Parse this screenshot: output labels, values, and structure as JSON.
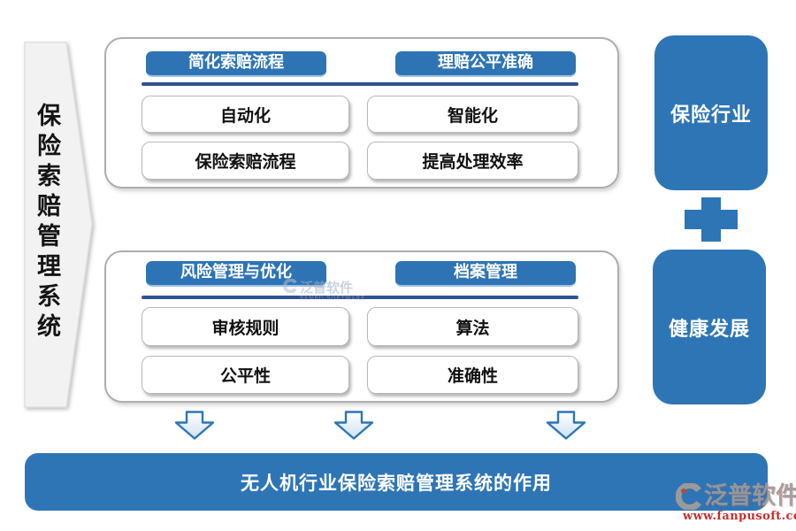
{
  "title_banner": {
    "text": "保险索赔管理系统"
  },
  "panels": [
    {
      "columns": [
        {
          "header": "简化索赔流程",
          "items": [
            "自动化",
            "保险索赔流程"
          ]
        },
        {
          "header": "理赔公平准确",
          "items": [
            "智能化",
            "提高处理效率"
          ]
        }
      ]
    },
    {
      "columns": [
        {
          "header": "风险管理与优化",
          "items": [
            "审核规则",
            "公平性"
          ]
        },
        {
          "header": "档案管理",
          "items": [
            "算法",
            "准确性"
          ]
        }
      ]
    }
  ],
  "side": {
    "top": "保险行业",
    "bottom": "健康发展"
  },
  "footer_banner": {
    "text": "无人机行业保险索赔管理系统的作用"
  },
  "watermark": {
    "brand": "泛普软件",
    "brand_sub": "FANPU SOFTWARE",
    "url": "www.fanpusoft.com"
  },
  "colors": {
    "primary_blue": "#2E75B6",
    "header_blue": "#2E74B5",
    "divider_blue": "#2F5290",
    "panel_border": "#AEAEAE"
  }
}
